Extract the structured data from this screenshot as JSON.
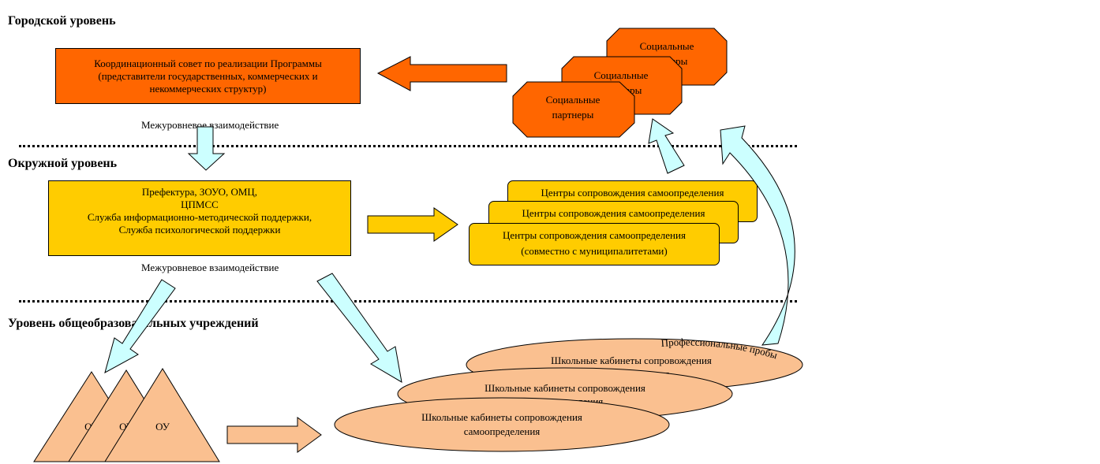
{
  "levels": {
    "city": "Городской уровень",
    "district": "Окружной уровень",
    "school": "Уровень общеобразовательных учреждений"
  },
  "interaction_label": "Межуровневое взаимодействие",
  "city_box": {
    "lines": [
      "Координационный совет по реализации Программы",
      "(представители государственных, коммерческих и",
      "некоммерческих структур)"
    ],
    "color": "#ff6600"
  },
  "district_box": {
    "lines": [
      "Префектура, ЗОУО, ОМЦ,",
      "ЦПМСС",
      "Служба информационно-методической поддержки,",
      "Служба психологической поддержки"
    ],
    "color": "#ffcc00"
  },
  "social_partners": {
    "back": [
      "Социальные",
      "партнеры"
    ],
    "middle": [
      "Социальные",
      "партнеры"
    ],
    "front": [
      "Социальные",
      "партнеры"
    ]
  },
  "centers": {
    "back": "Центры сопровождения самоопределения",
    "middle": "Центры сопровождения самоопределения",
    "front": [
      "Центры сопровождения самоопределения",
      "(совместно с муниципалитетами)"
    ]
  },
  "school_cabinets": {
    "back": [
      "Школьные кабинеты сопровождения",
      "самоопределения"
    ],
    "middle": [
      "Школьные кабинеты сопровождения",
      "самоопределения"
    ],
    "front": [
      "Школьные кабинеты сопровождения",
      "самоопределения"
    ]
  },
  "schools": [
    "ОУ",
    "ОУ",
    "ОУ"
  ],
  "curved_text": "Профессиональные пробы",
  "colors": {
    "orange": "#ff6600",
    "yellow": "#ffcc00",
    "peach": "#fac090",
    "arrow_blue": "#ccffff"
  }
}
